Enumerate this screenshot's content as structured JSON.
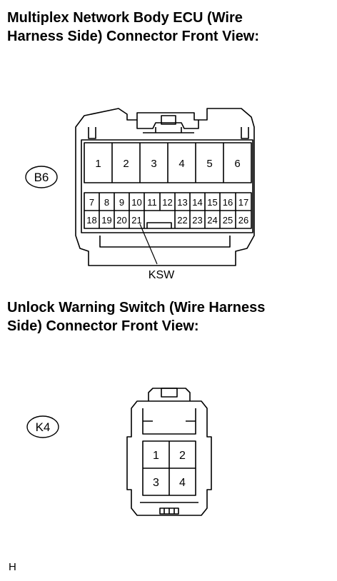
{
  "connector_b6": {
    "title_line1": "Multiplex Network Body ECU (Wire",
    "title_line2": "Harness Side) Connector Front View:",
    "code": "B6",
    "top_pins": [
      "1",
      "2",
      "3",
      "4",
      "5",
      "6"
    ],
    "row_a_pins": [
      "7",
      "8",
      "9",
      "10",
      "11",
      "12",
      "13",
      "14",
      "15",
      "16",
      "17"
    ],
    "row_b_left_pins": [
      "18",
      "19",
      "20",
      "21"
    ],
    "row_b_right_pins": [
      "22",
      "23",
      "24",
      "25",
      "26"
    ],
    "callout_pin": "21",
    "callout_label": "KSW"
  },
  "connector_k4": {
    "title_line1": "Unlock Warning Switch (Wire Harness",
    "title_line2": "Side) Connector Front View:",
    "code": "K4",
    "pins": [
      "1",
      "2",
      "3",
      "4"
    ]
  },
  "footer_mark": "H"
}
